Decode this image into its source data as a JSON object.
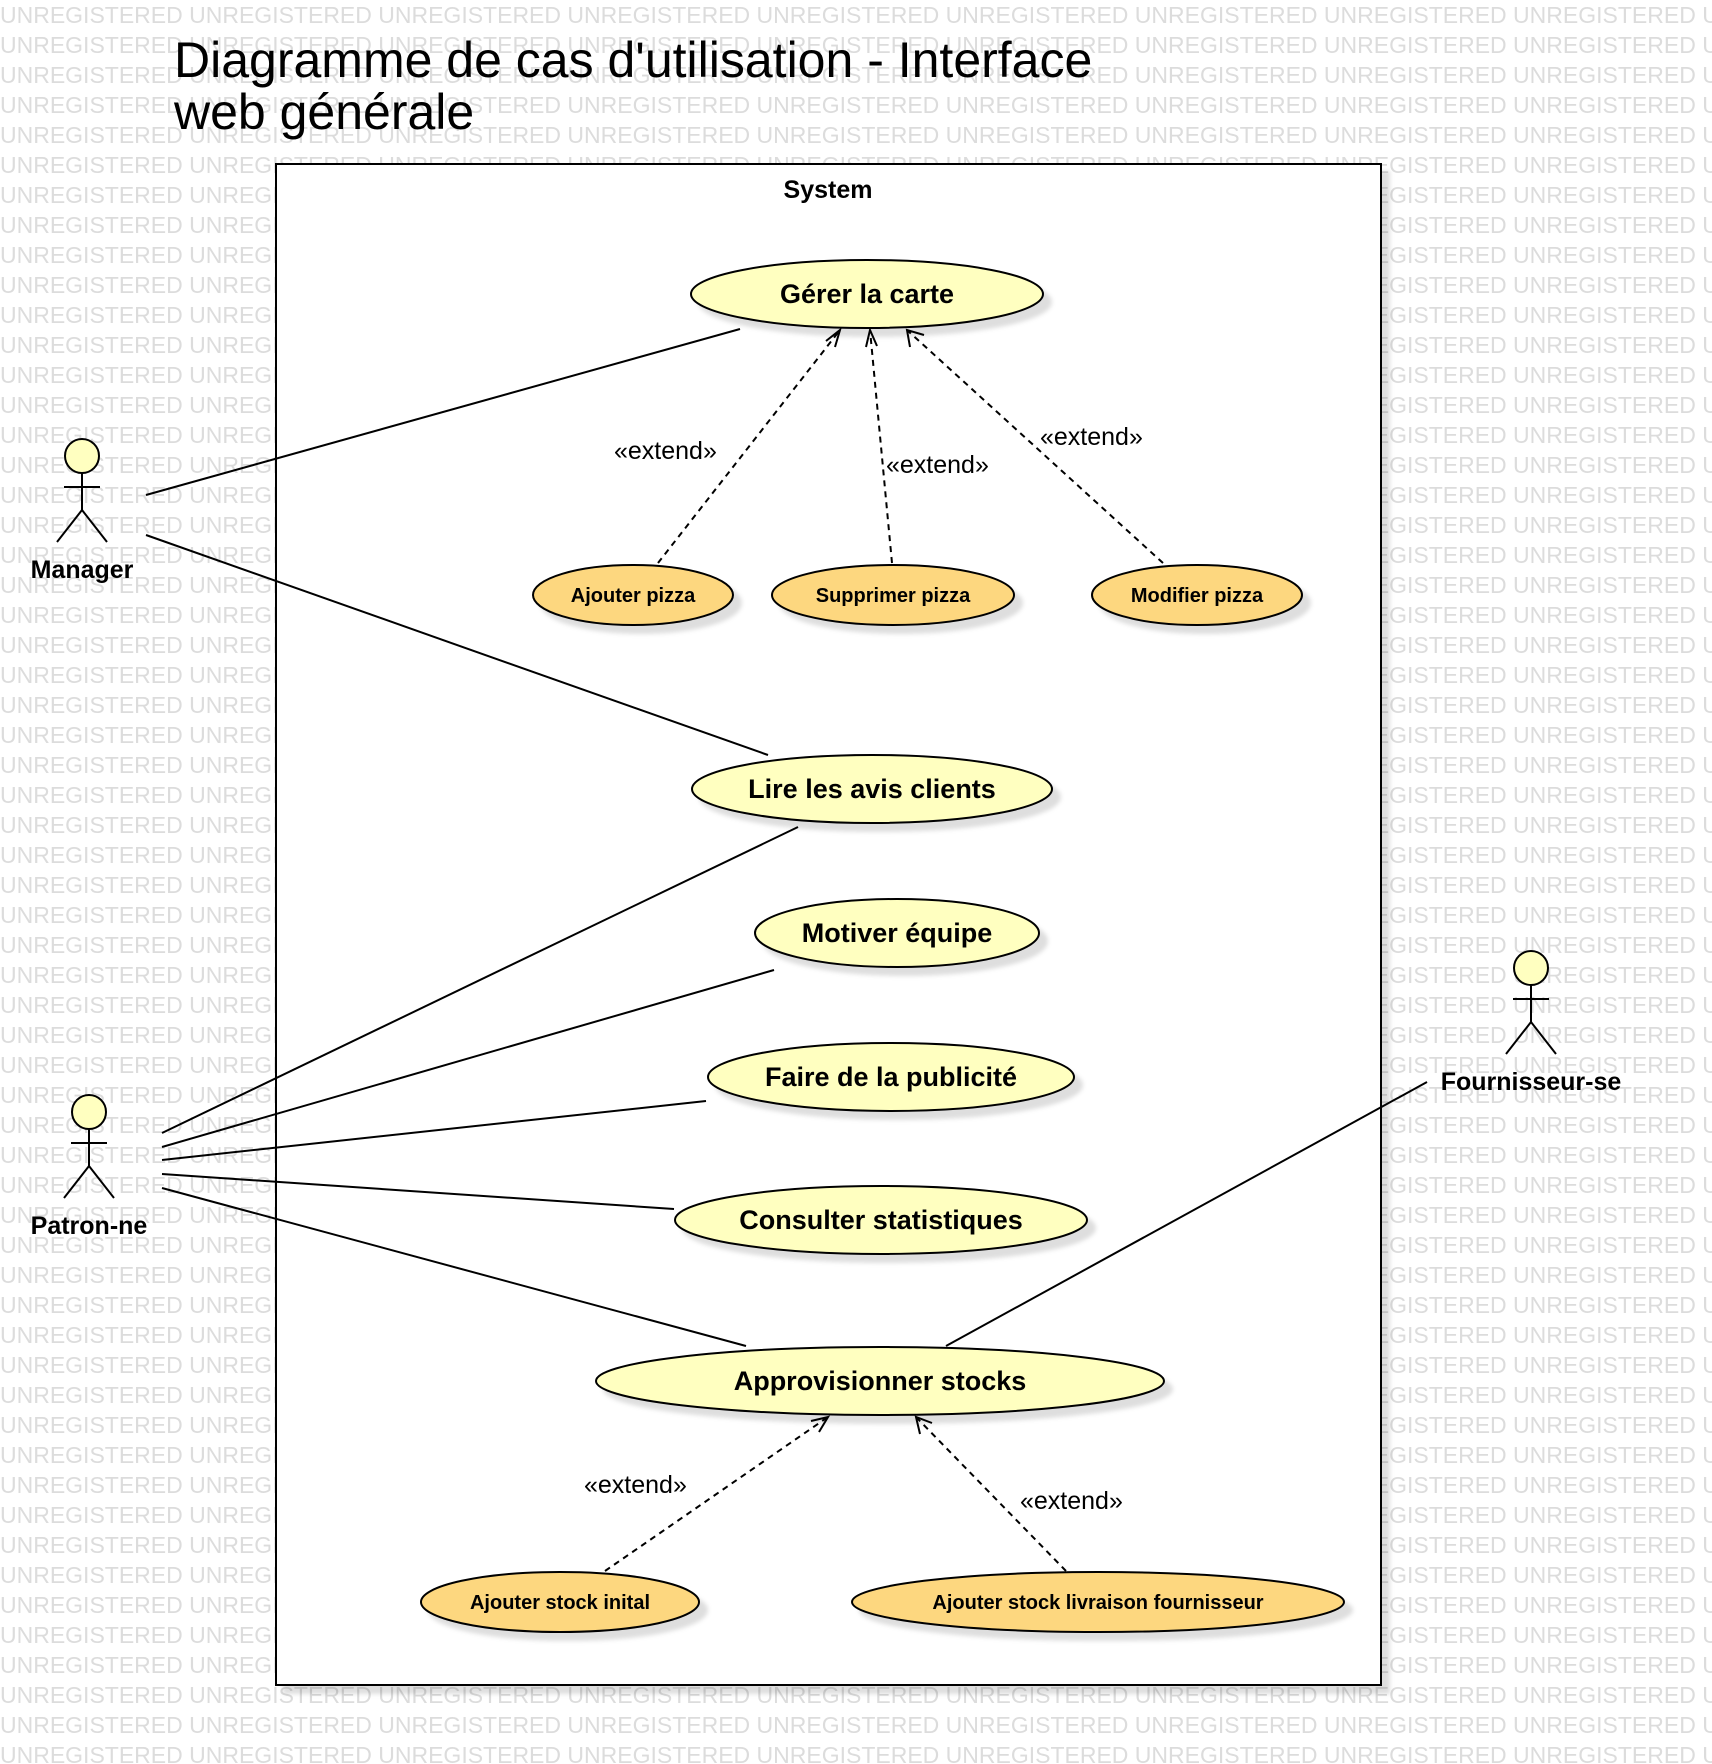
{
  "title": {
    "line1": "Diagramme de cas d'utilisation - Interface",
    "line2": "web générale"
  },
  "watermark_text": "UNREGISTERED",
  "system_label": "System",
  "colors": {
    "use_case_primary": "#ffffc0",
    "use_case_extension": "#fdd77f",
    "actor_head": "#ffffc0",
    "line": "#000000",
    "watermark": "#dcdcdc"
  },
  "actors": {
    "manager": {
      "label": "Manager",
      "icon": "stick-figure-icon"
    },
    "patron": {
      "label": "Patron-ne",
      "icon": "stick-figure-icon"
    },
    "fournisseur": {
      "label": "Fournisseur-se",
      "icon": "stick-figure-icon"
    }
  },
  "use_cases": {
    "gerer_carte": "Gérer la carte",
    "ajouter_pizza": "Ajouter pizza",
    "supprimer_pizza": "Supprimer pizza",
    "modifier_pizza": "Modifier pizza",
    "lire_avis": "Lire les avis clients",
    "motiver_equipe": "Motiver équipe",
    "publicite": "Faire de la publicité",
    "statistiques": "Consulter statistiques",
    "approvisionner": "Approvisionner stocks",
    "stock_initial": "Ajouter stock inital",
    "stock_livraison": "Ajouter stock livraison fournisseur"
  },
  "extend_label": "«extend»",
  "relations": {
    "associations": [
      [
        "manager",
        "gerer_carte"
      ],
      [
        "manager",
        "lire_avis"
      ],
      [
        "patron",
        "lire_avis"
      ],
      [
        "patron",
        "motiver_equipe"
      ],
      [
        "patron",
        "publicite"
      ],
      [
        "patron",
        "statistiques"
      ],
      [
        "patron",
        "approvisionner"
      ],
      [
        "fournisseur",
        "approvisionner"
      ]
    ],
    "extends": [
      [
        "ajouter_pizza",
        "gerer_carte"
      ],
      [
        "supprimer_pizza",
        "gerer_carte"
      ],
      [
        "modifier_pizza",
        "gerer_carte"
      ],
      [
        "stock_initial",
        "approvisionner"
      ],
      [
        "stock_livraison",
        "approvisionner"
      ]
    ]
  }
}
